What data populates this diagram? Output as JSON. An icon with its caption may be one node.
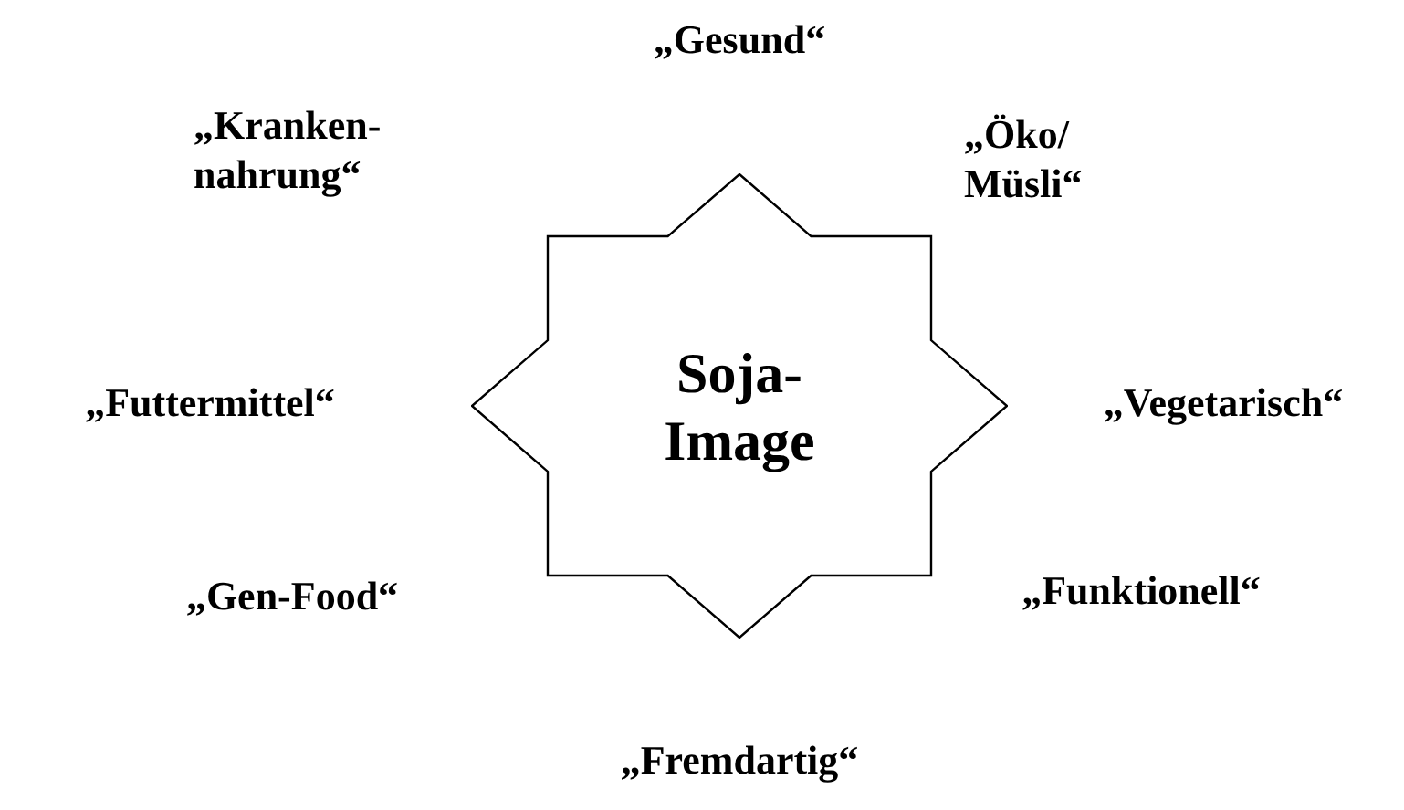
{
  "diagram": {
    "nodes": [
      {
        "text": [
          "Soja- Image"
        ]
      }
    ],
    "labels": [
      "„Gesund“",
      "„Kranken- nahrung“",
      "„Öko/ Müsli“",
      "„Futtermittel“",
      "„Vegetarisch“",
      "„Gen-Food“",
      "„Funktionell“",
      "„Fremdartig“"
    ]
  }
}
